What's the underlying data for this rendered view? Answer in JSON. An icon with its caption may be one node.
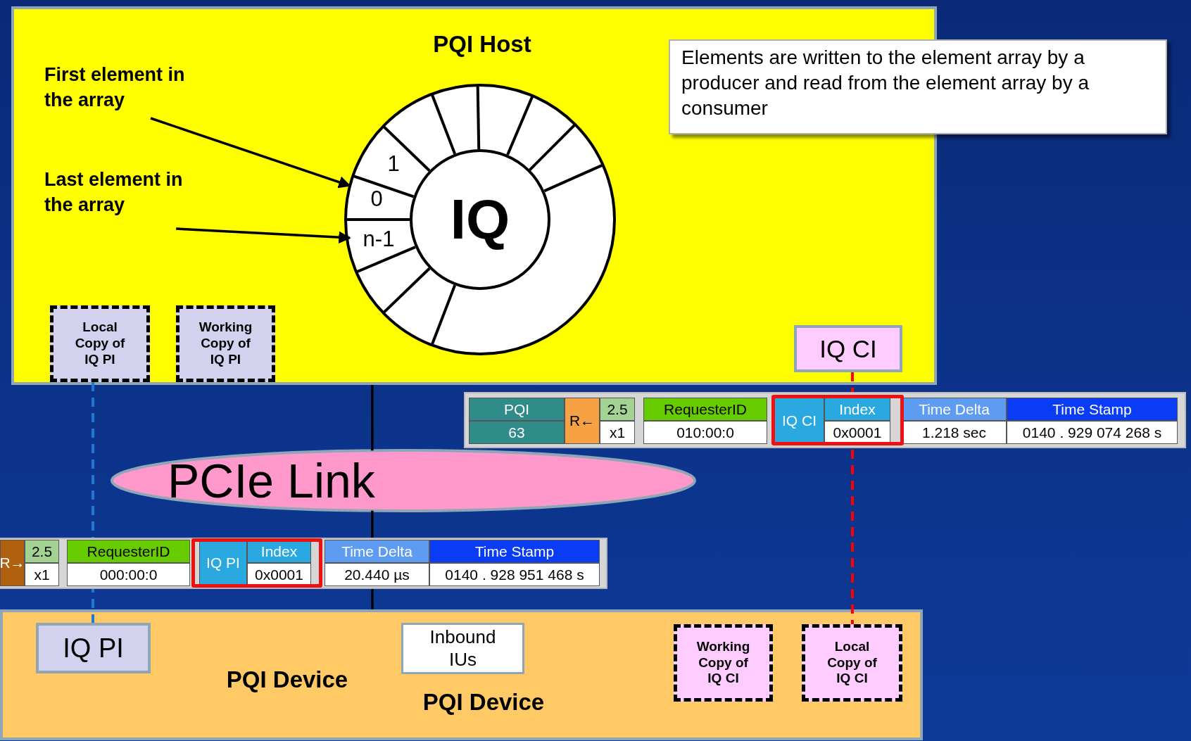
{
  "diagram": {
    "nodes": [
      {
        "text": [
          "PQI Host"
        ]
      },
      {
        "text": [
          "Elements are written to the element array by a producer and read from the element array by a consumer"
        ]
      },
      {
        "text": [
          "First element in the array"
        ],
        "in": 0
      },
      {
        "text": [
          "Last element in the array"
        ],
        "in": 0
      },
      {
        "text": [],
        "shape": "circle",
        "in": 0
      },
      {
        "text": [
          "1"
        ],
        "in": 4
      },
      {
        "text": [
          "0"
        ],
        "in": 4
      },
      {
        "text": [
          "n-1"
        ],
        "in": 4
      },
      {
        "text": [
          "IQ"
        ],
        "in": 4
      },
      {
        "text": [
          "Local Copy of IQ PI"
        ],
        "in": 0
      },
      {
        "text": [
          "Working Copy of IQ PI"
        ],
        "in": 0
      },
      {
        "text": [
          "IQ CI"
        ],
        "in": 0
      },
      {
        "text": [
          "PCIe Link"
        ]
      },
      {
        "text": [
          "PQI Device",
          "PQI Device"
        ]
      },
      {
        "text": [
          "IQ PI"
        ],
        "in": 13
      },
      {
        "text": [
          "Inbound IUs"
        ],
        "in": 13
      },
      {
        "text": [
          "Working Copy of IQ CI"
        ],
        "in": 13
      },
      {
        "text": [
          "Local Copy of IQ CI"
        ],
        "in": 13
      }
    ],
    "edges": [
      {
        "from": 2,
        "to": 6,
        "arrow": "to"
      },
      {
        "from": 3,
        "to": 7,
        "arrow": "to"
      },
      {
        "from": 9,
        "to": 14,
        "arrow": "none",
        "style": "dashed",
        "color": "#1f78d4"
      },
      {
        "from": 11,
        "to": 17,
        "arrow": "none",
        "style": "dashed",
        "color": "#ff0000"
      },
      {
        "from": 0,
        "to": 12,
        "arrow": "none"
      },
      {
        "from": 12,
        "to": 13,
        "arrow": "none"
      }
    ],
    "labels": [
      "PQI",
      "63",
      "R←",
      "2.5",
      "x1",
      "RequesterID",
      "010:00:0",
      "IQ CI",
      "Index",
      "0x0001",
      "Time Delta",
      "1.218 sec",
      "Time Stamp",
      "0140 . 929 074 268 s",
      "R→",
      "2.5",
      "x1",
      "RequesterID",
      "000:00:0",
      "IQ PI",
      "Index",
      "0x0001",
      "Time Delta",
      "20.440 µs",
      "Time Stamp",
      "0140 . 928 951 468 s"
    ]
  }
}
